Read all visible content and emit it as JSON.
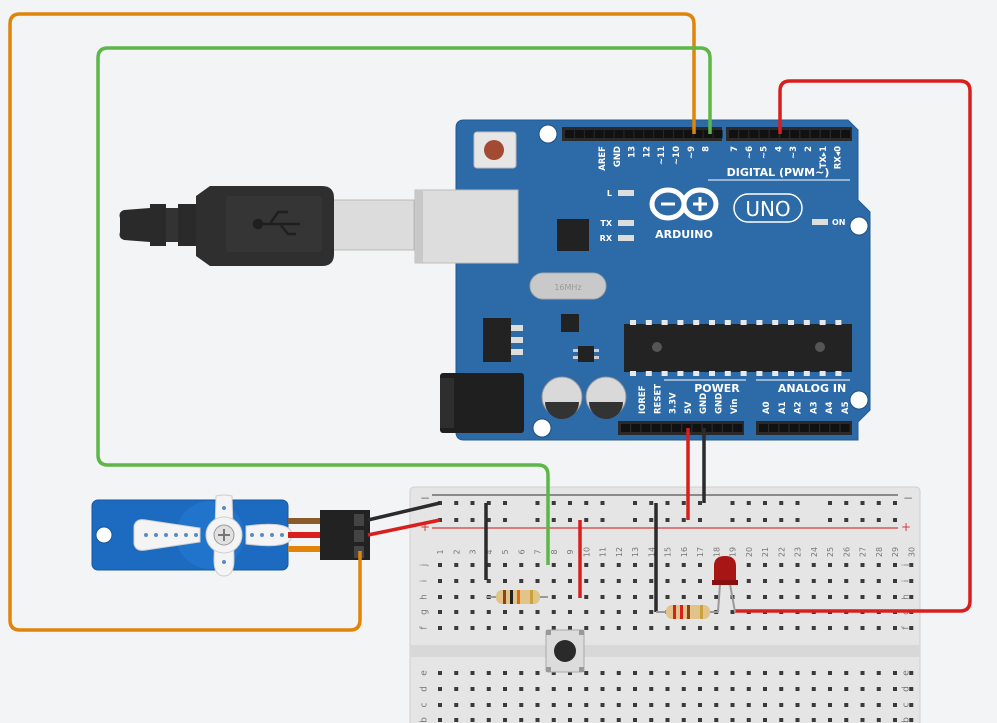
{
  "arduino": {
    "brand": "ARDUINO",
    "model": "UNO",
    "on_label": "ON",
    "digital_header": "DIGITAL (PWM~)",
    "power_header": "POWER",
    "analog_header": "ANALOG IN",
    "crystal_label": "16MHz",
    "digital_pins_left": [
      "AREF",
      "GND",
      "13",
      "12",
      "~11",
      "~10",
      "~9",
      "8"
    ],
    "digital_pins_right": [
      "7",
      "~6",
      "~5",
      "4",
      "~3",
      "2",
      "TX▸1",
      "RX◂0"
    ],
    "power_pins": [
      "IOREF",
      "RESET",
      "3.3V",
      "5V",
      "GND",
      "GND",
      "Vin"
    ],
    "analog_pins": [
      "A0",
      "A1",
      "A2",
      "A3",
      "A4",
      "A5"
    ],
    "led_labels": [
      "L",
      "TX",
      "RX"
    ]
  },
  "breadboard": {
    "columns": [
      "1",
      "2",
      "3",
      "4",
      "5",
      "6",
      "7",
      "8",
      "9",
      "10",
      "11",
      "12",
      "13",
      "14",
      "15",
      "16",
      "17",
      "18",
      "19",
      "20",
      "21",
      "22",
      "23",
      "24",
      "25",
      "26",
      "27",
      "28",
      "29",
      "30"
    ],
    "rows_top": [
      "j",
      "i",
      "h",
      "g",
      "f"
    ],
    "rows_bottom": [
      "e",
      "d",
      "c",
      "b"
    ],
    "rail_minus": "−",
    "rail_plus": "+"
  },
  "colors": {
    "board": "#2d6aa8",
    "wire_orange": "#e0840a",
    "wire_green": "#5cb648",
    "wire_red": "#d91e1e",
    "wire_black": "#2b2b2b",
    "servo_body": "#1c6bc0",
    "led": "#a81515"
  }
}
